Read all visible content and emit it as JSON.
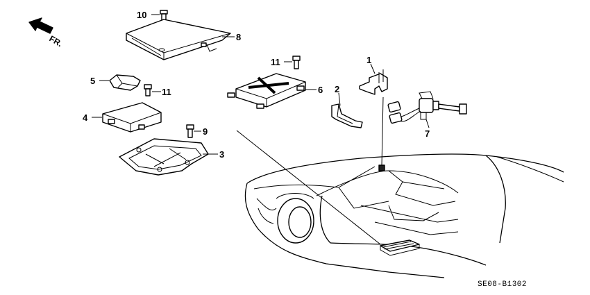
{
  "direction": {
    "label": "FR."
  },
  "callouts": [
    {
      "id": "c10a",
      "text": "10"
    },
    {
      "id": "c8",
      "text": "8"
    },
    {
      "id": "c5",
      "text": "5"
    },
    {
      "id": "c11a",
      "text": "11"
    },
    {
      "id": "c11b",
      "text": "11"
    },
    {
      "id": "c1",
      "text": "1"
    },
    {
      "id": "c2",
      "text": "2"
    },
    {
      "id": "c6",
      "text": "6"
    },
    {
      "id": "c4",
      "text": "4"
    },
    {
      "id": "c9",
      "text": "9"
    },
    {
      "id": "c3",
      "text": "3"
    },
    {
      "id": "c7",
      "text": "7"
    }
  ],
  "diagram_code": "SE08-B1302"
}
